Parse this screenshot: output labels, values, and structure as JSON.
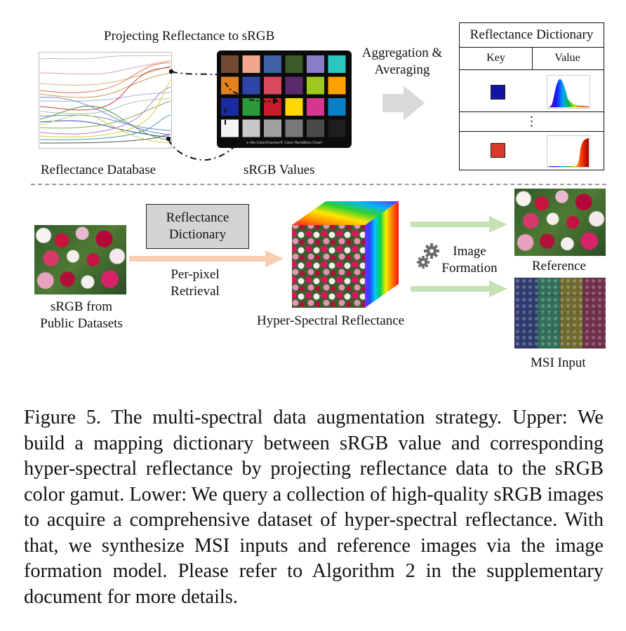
{
  "upper": {
    "projecting_label": "Projecting Reflectance to sRGB",
    "database_label": "Reflectance Database",
    "srgb_values_label": "sRGB Values",
    "chart_fine_print": "x·rite ColorChecker® Color Rendition Chart",
    "aggregation_label_line1": "Aggregation &",
    "aggregation_label_line2": "Averaging",
    "dictionary": {
      "title": "Reflectance Dictionary",
      "key_header": "Key",
      "value_header": "Value",
      "ellipsis": "⋮",
      "entries": [
        {
          "key_color": "#1313a6",
          "value_kind": "blue-spectrum"
        },
        {
          "key_color": "#d93a2a",
          "value_kind": "red-spectrum"
        }
      ]
    },
    "colorchecker_colors": [
      "#734a36",
      "#f2a690",
      "#3f62a8",
      "#3a5a29",
      "#8a7dc7",
      "#2cc7bf",
      "#e3821f",
      "#2f46a8",
      "#d9485c",
      "#5b2a6b",
      "#9cc81f",
      "#ffa200",
      "#1a2aa0",
      "#2a9a3a",
      "#c81a2a",
      "#ffd800",
      "#d6368f",
      "#0a7fc4",
      "#f5f5f5",
      "#c8c8c8",
      "#a0a0a0",
      "#787878",
      "#4a4a4a",
      "#1e1e1e"
    ]
  },
  "lower": {
    "srgb_line1": "sRGB from",
    "srgb_line2": "Public Datasets",
    "dict_line1": "Reflectance",
    "dict_line2": "Dictionary",
    "retrieval_line1": "Per-pixel",
    "retrieval_line2": "Retrieval",
    "cube_label": "Hyper-Spectral Reflectance",
    "formation_line1": "Image",
    "formation_line2": "Formation",
    "reference_label": "Reference",
    "msi_label": "MSI Input"
  },
  "caption": {
    "text": "Figure 5. The multi-spectral data augmentation strategy. Upper: We build a mapping dictionary between sRGB value and corresponding hyper-spectral reflectance by projecting reflectance data to the sRGB color gamut. Lower: We query a collection of high-quality sRGB images to acquire a comprehensive dataset of hyper-spectral reflectance. With that, we synthesize MSI inputs and reference images via the image formation model. Please refer to Algorithm 2 in the supplementary document for more details."
  },
  "colors": {
    "arrow_gray": "#d9d9d9",
    "arrow_peach": "#f8cdb0",
    "arrow_green": "#c6e2b4",
    "dashed_separator": "#9a9a9a"
  }
}
